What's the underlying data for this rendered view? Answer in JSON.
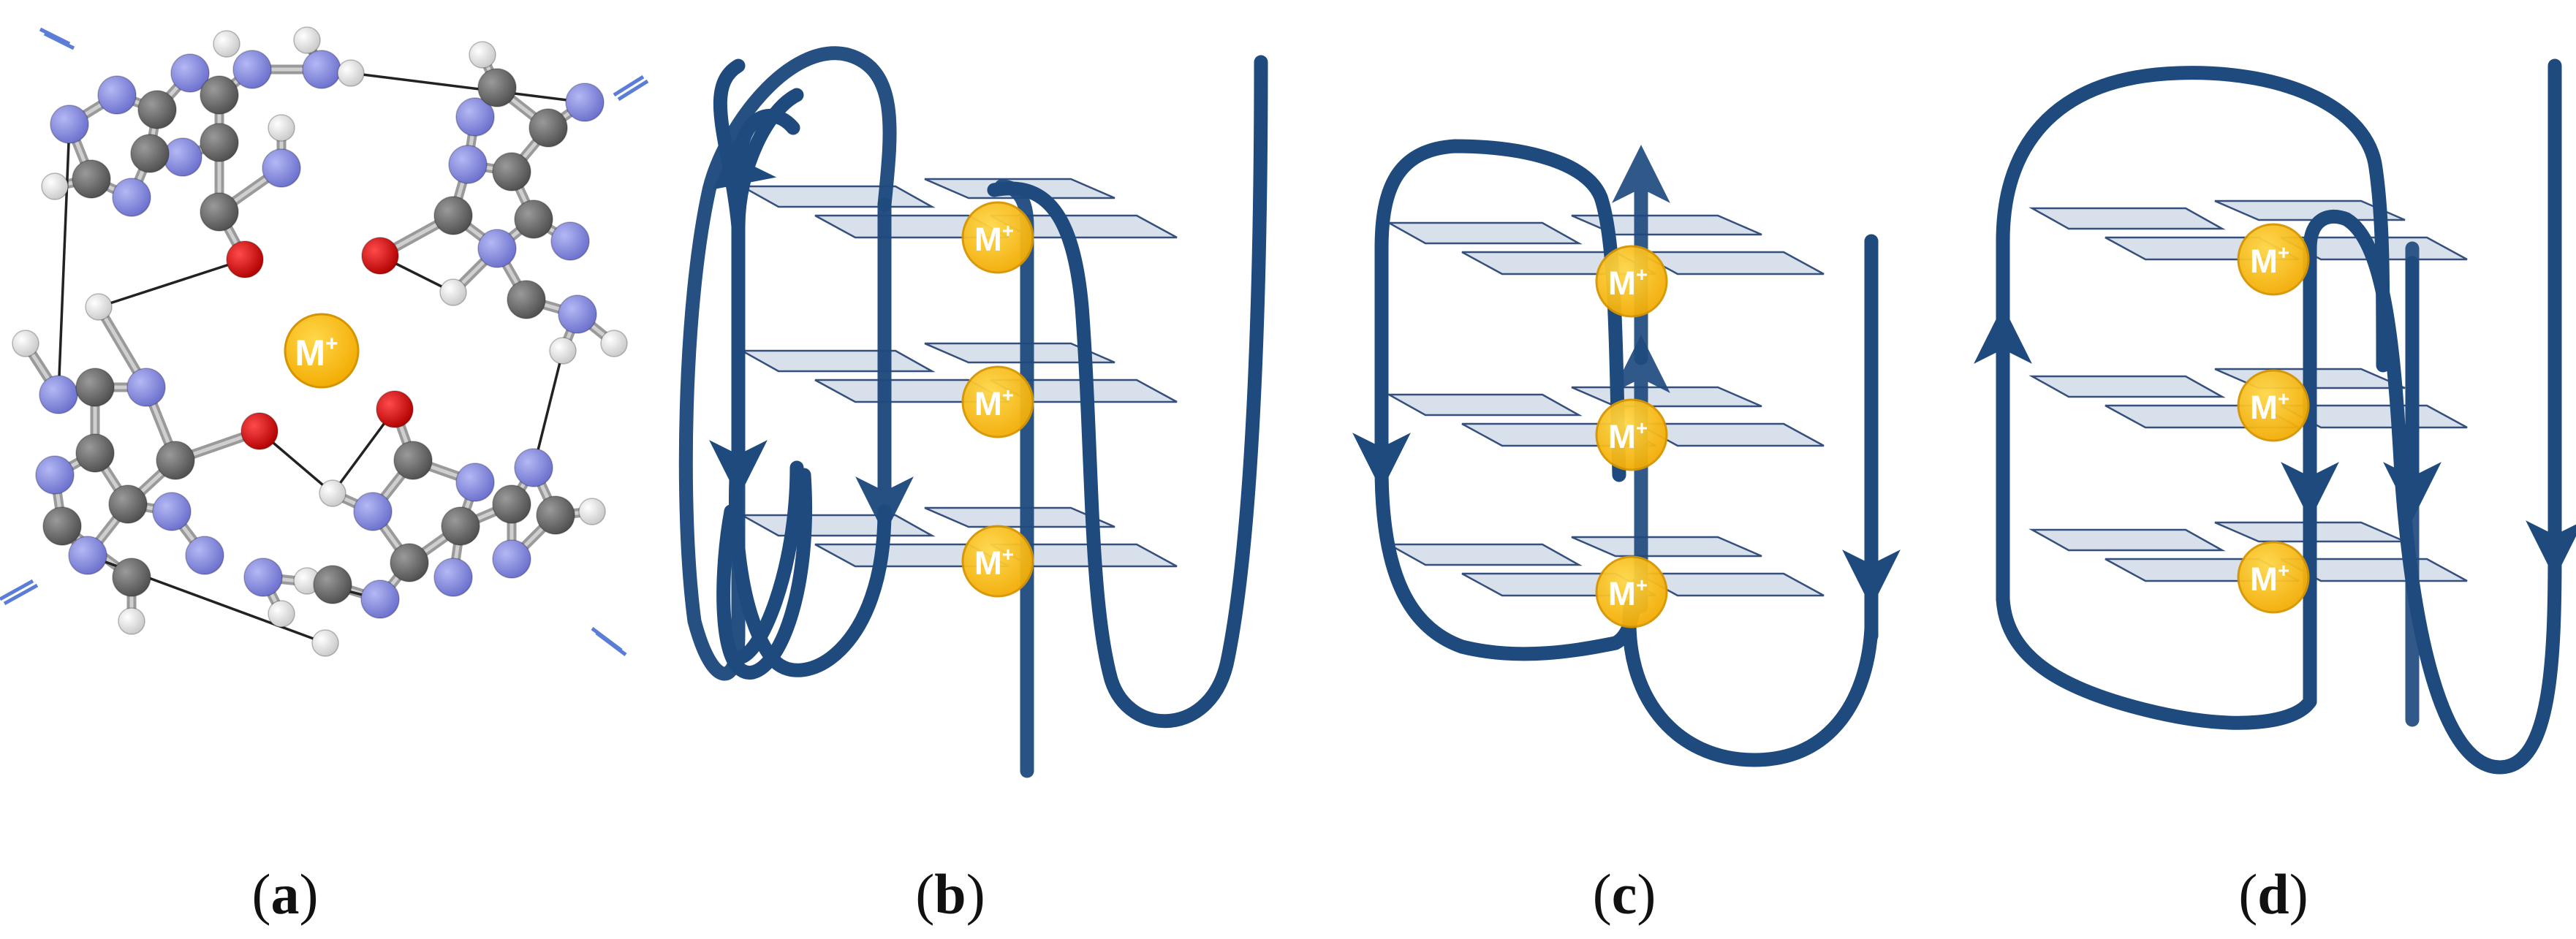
{
  "colors": {
    "strand": "#1f4a7e",
    "plane_fill": "#c9d4e3",
    "plane_stroke": "#35507c",
    "ion_fill": "#f5b80f",
    "ion_stroke": "#d69500",
    "atom_carbon": "#6f6f6f",
    "atom_nitrogen": "#8a8ee0",
    "atom_oxygen": "#dd0000",
    "atom_hydrogen": "#e8e8e8",
    "hbond": "#222222",
    "backbone_stub": "#5a7dd8"
  },
  "ion_label": {
    "base": "M",
    "sup": "+"
  },
  "panels": [
    {
      "id": "a",
      "letter": "a",
      "type": "g-quartet-molecular-model"
    },
    {
      "id": "b",
      "letter": "b",
      "type": "quadruplex-topology",
      "ion_count": 3
    },
    {
      "id": "c",
      "letter": "c",
      "type": "quadruplex-topology",
      "ion_count": 3
    },
    {
      "id": "d",
      "letter": "d",
      "type": "quadruplex-topology",
      "ion_count": 3
    }
  ]
}
